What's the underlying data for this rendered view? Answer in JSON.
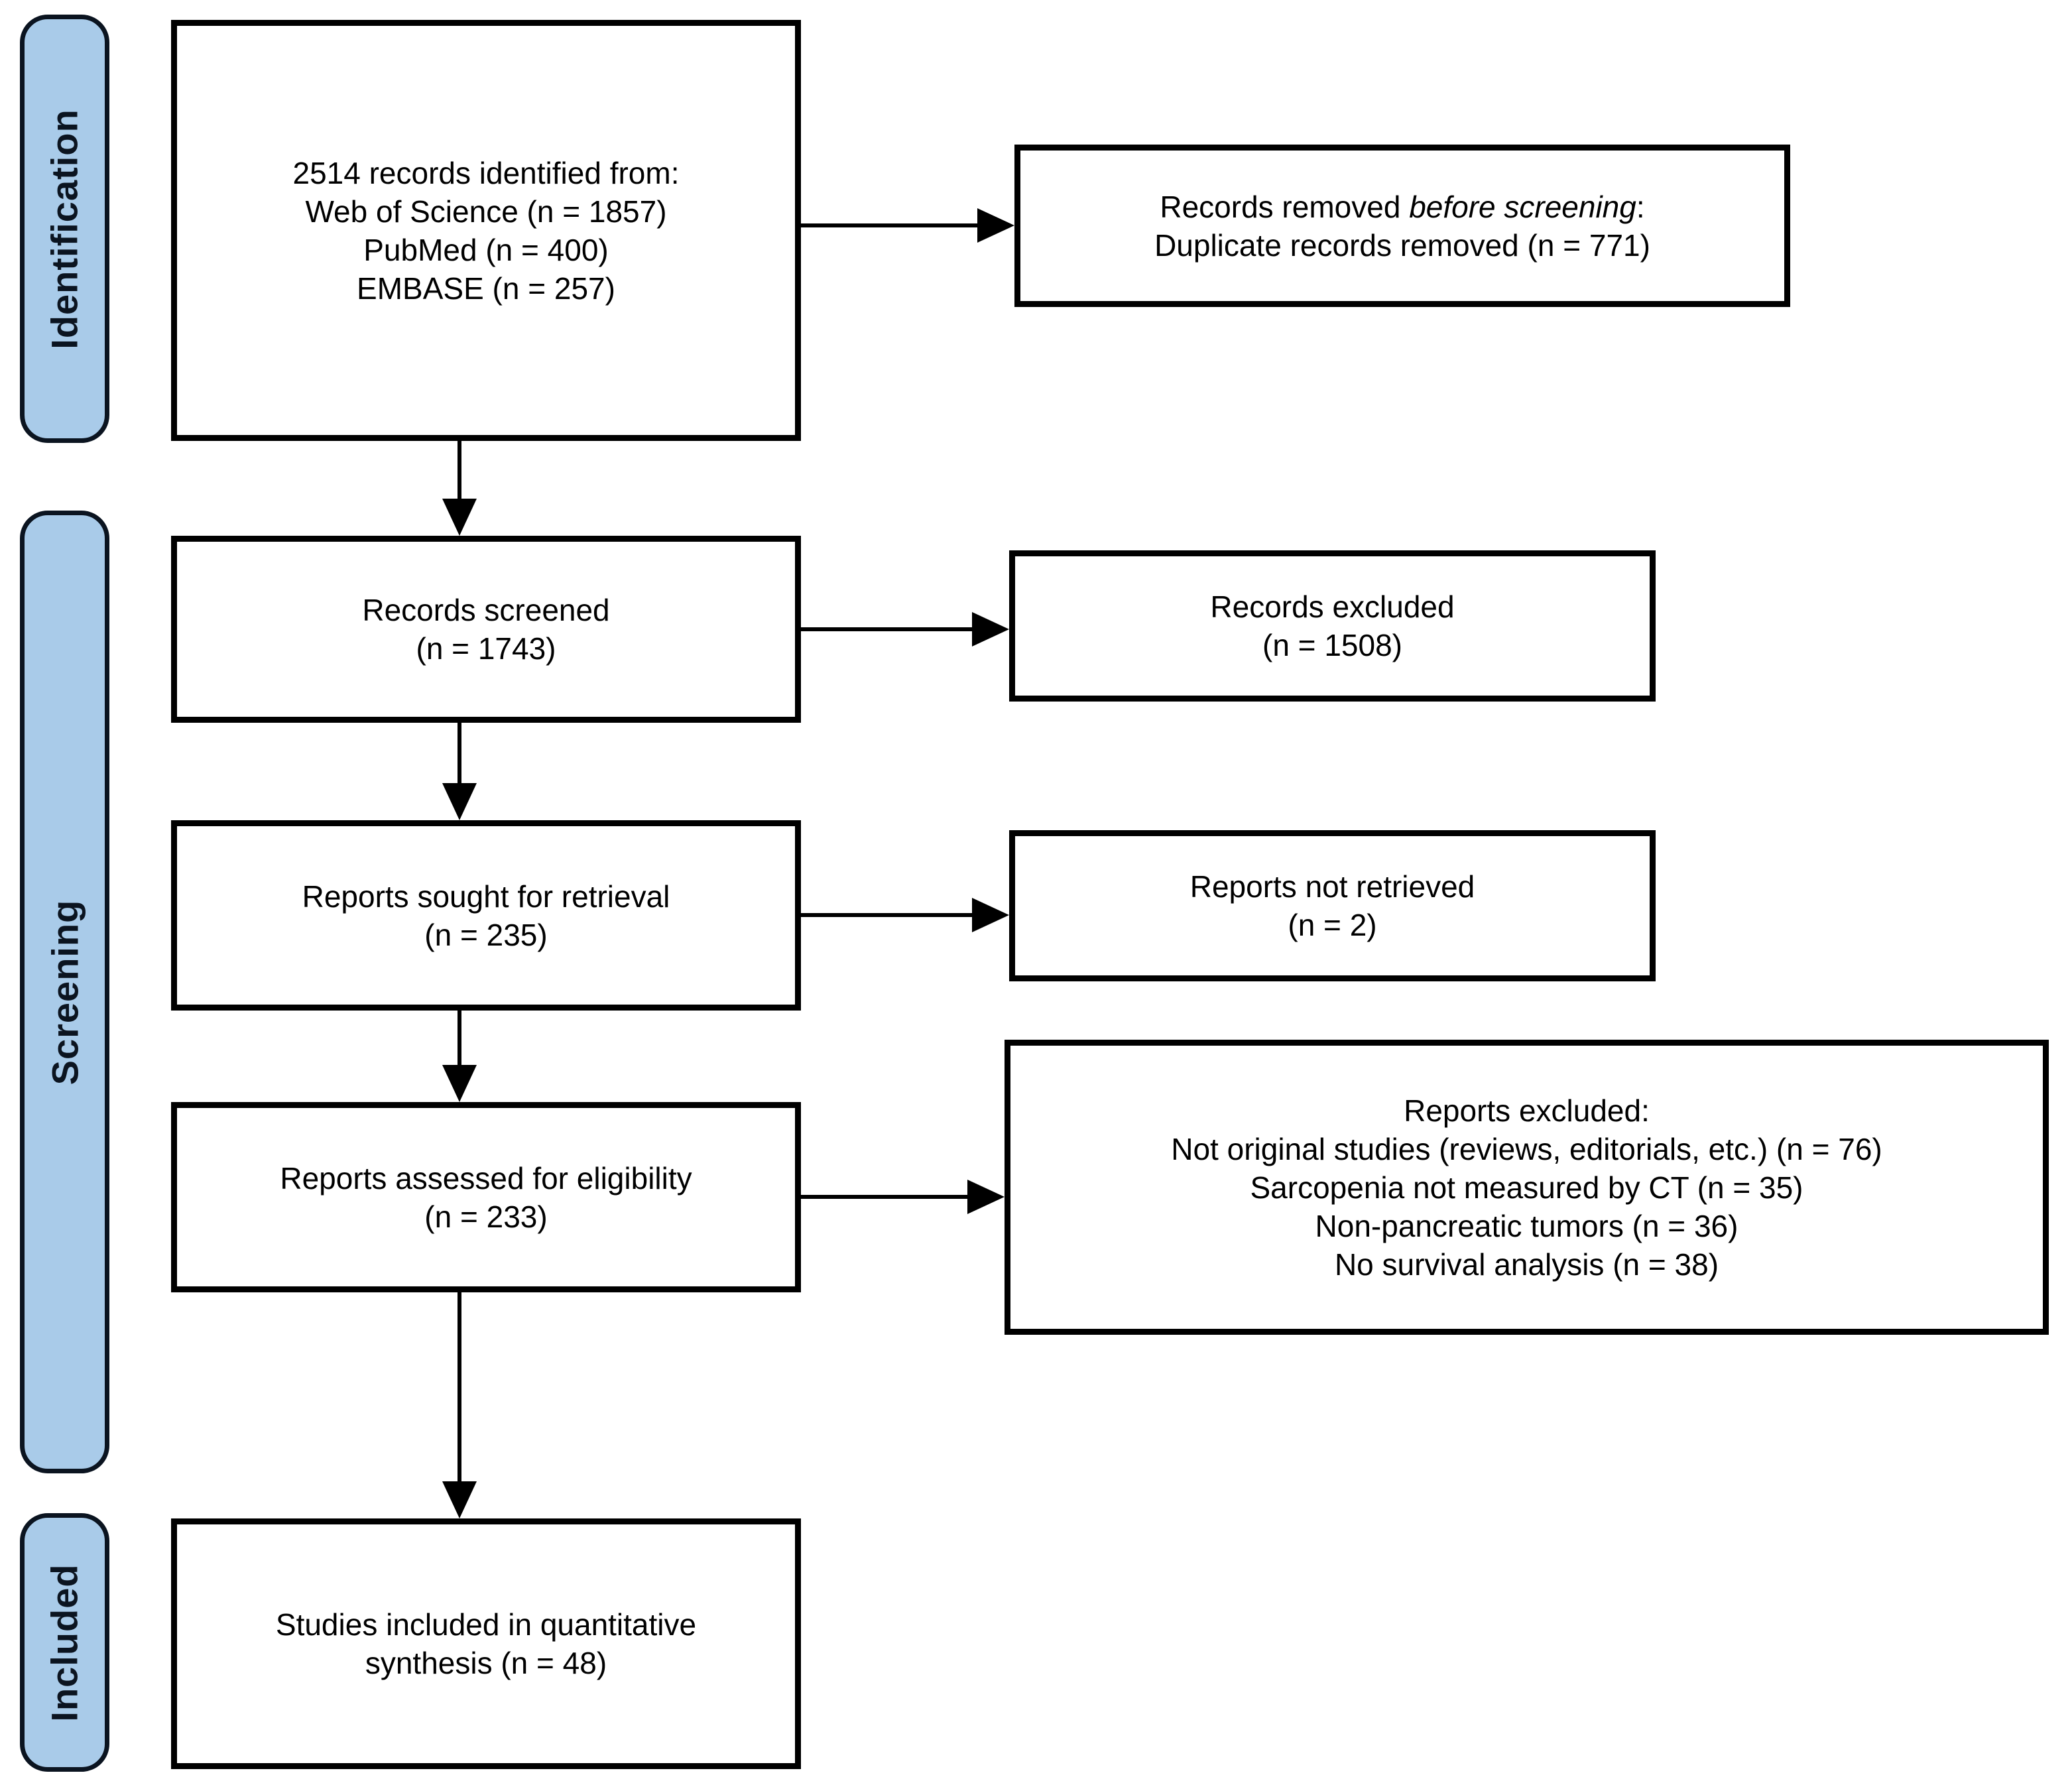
{
  "sidebar": {
    "fill_color": "#A9CBE9",
    "border_color": "#0b1420",
    "labels": [
      {
        "id": "identification",
        "text": "Identification"
      },
      {
        "id": "screening",
        "text": "Screening"
      },
      {
        "id": "included",
        "text": "Included"
      }
    ]
  },
  "boxes": {
    "identified": {
      "lines": [
        "2514 records identified from:",
        "Web of Science (n = 1857)",
        "PubMed (n = 400)",
        "EMBASE (n = 257)"
      ]
    },
    "removed": {
      "line1_prefix": "Records removed ",
      "line1_italic": "before screening",
      "line1_suffix": ":",
      "line2": "Duplicate records removed  (n = 771)"
    },
    "screened": {
      "lines": [
        "Records screened",
        "(n = 1743)"
      ]
    },
    "records_excluded": {
      "lines": [
        "Records excluded",
        "(n = 1508)"
      ]
    },
    "sought": {
      "lines": [
        "Reports sought for retrieval",
        "(n = 235)"
      ]
    },
    "not_retrieved": {
      "lines": [
        "Reports not retrieved",
        "(n = 2)"
      ]
    },
    "assessed": {
      "lines": [
        "Reports assessed for eligibility",
        "(n = 233)"
      ]
    },
    "reports_excluded": {
      "lines": [
        "Reports excluded:",
        "Not original studies (reviews, editorials, etc.) (n = 76)",
        "Sarcopenia not measured by CT (n = 35)",
        "Non-pancreatic tumors (n = 36)",
        "No survival analysis (n = 38)"
      ]
    },
    "included_studies": {
      "lines": [
        "Studies included in quantitative",
        "synthesis (n = 48)"
      ]
    }
  }
}
